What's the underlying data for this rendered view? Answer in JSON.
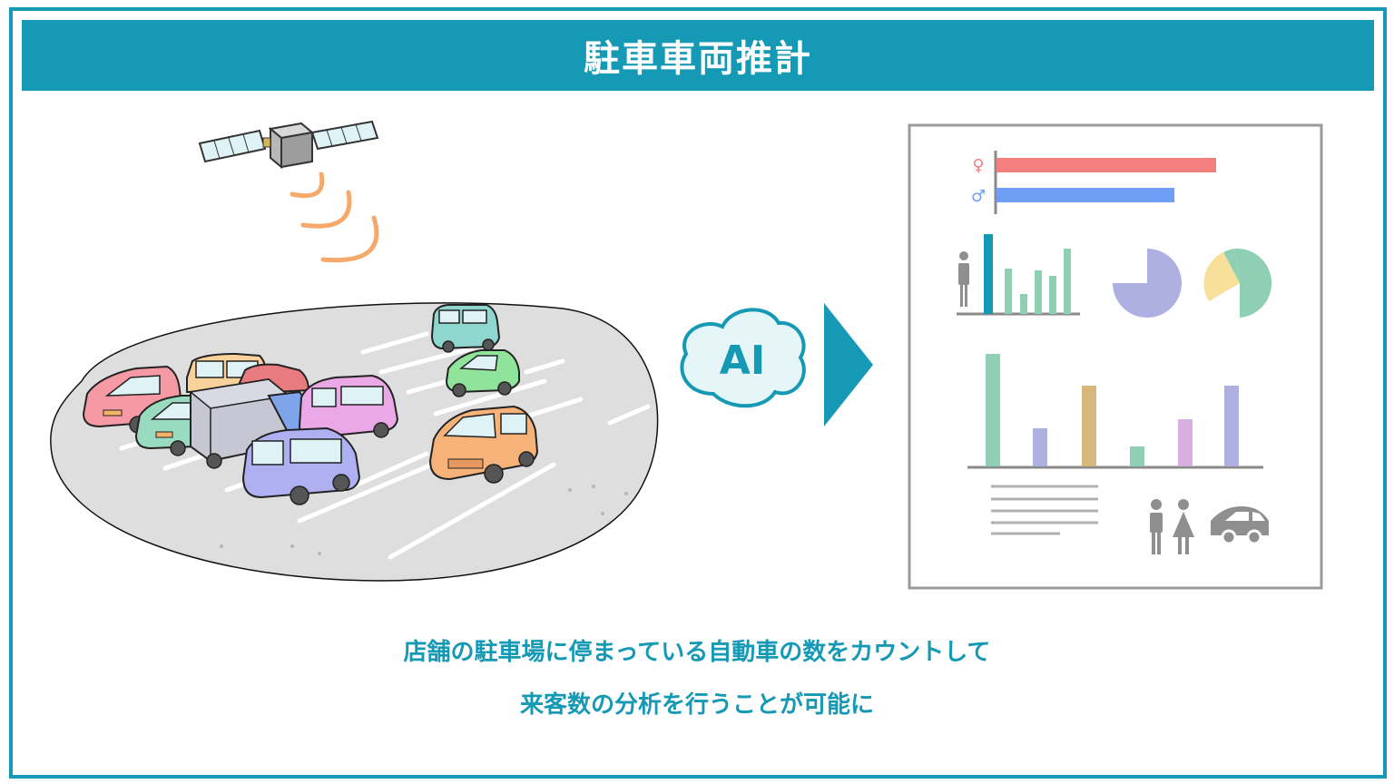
{
  "title": "駐車車両推計",
  "ai_label": "AI",
  "caption": {
    "line1": "店舗の駐車場に停まっている自動車の数をカウントして",
    "line2": "来客数の分析を行うことが可能に"
  },
  "legend": {
    "female_symbol": "♀",
    "male_symbol": "♂"
  },
  "colors": {
    "accent": "#1599b4",
    "female": "#f47f7f",
    "male": "#6f9ef7",
    "signal": "#f5a96a",
    "gray_icon": "#8f8f8f"
  },
  "icons": [
    "satellite-icon",
    "signal-waves-icon",
    "ai-cloud-icon",
    "arrow-right-icon",
    "female-symbol-icon",
    "male-symbol-icon",
    "person-icon",
    "restroom-icon",
    "car-icon"
  ]
}
